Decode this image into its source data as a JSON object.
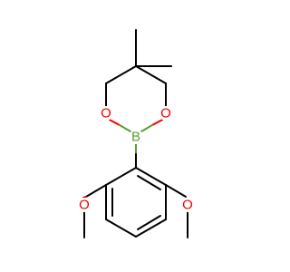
{
  "molecule": {
    "atoms": {
      "B": {
        "symbol": "B",
        "color": "#5a9e2e"
      },
      "O_left": {
        "symbol": "O",
        "color": "#f00000"
      },
      "O_right": {
        "symbol": "O",
        "color": "#f00000"
      },
      "O_methoxy_left": {
        "symbol": "O",
        "color": "#f00000"
      },
      "O_methoxy_right": {
        "symbol": "O",
        "color": "#f00000"
      }
    }
  }
}
